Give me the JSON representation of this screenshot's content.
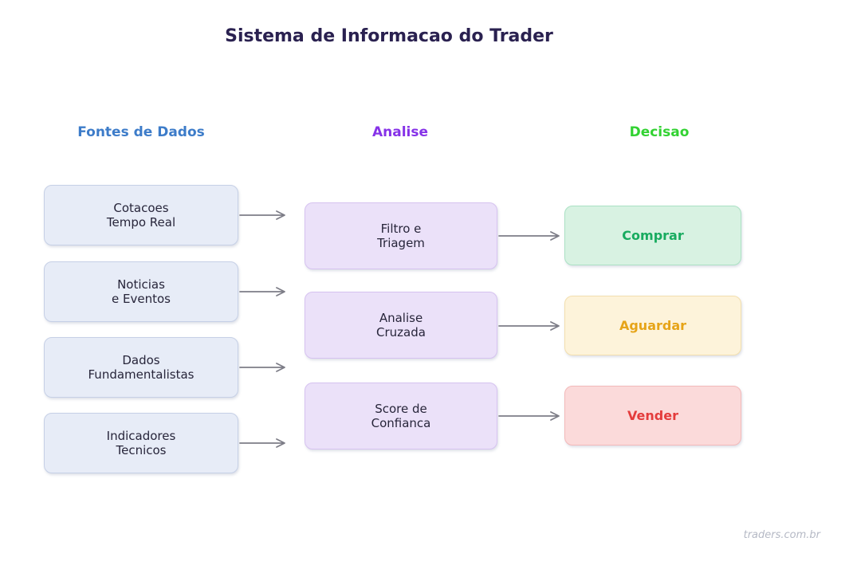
{
  "title": "Sistema de Informacao do Trader",
  "footer": "traders.com.br",
  "arrow_color": "#7d7d87",
  "columns": {
    "sources": {
      "header": "Fontes de Dados",
      "header_color": "#3d7cc9",
      "box_bg": "#e7ecf7",
      "box_border": "#c6d0e6",
      "items": [
        {
          "label": "Cotacoes\nTempo Real"
        },
        {
          "label": "Noticias\ne Eventos"
        },
        {
          "label": "Dados\nFundamentalistas"
        },
        {
          "label": "Indicadores\nTecnicos"
        }
      ]
    },
    "analysis": {
      "header": "Analise",
      "header_color": "#8632e8",
      "box_bg": "#ebe1f9",
      "box_border": "#d6c2f0",
      "items": [
        {
          "label": "Filtro e\nTriagem"
        },
        {
          "label": "Analise\nCruzada"
        },
        {
          "label": "Score de\nConfianca"
        }
      ]
    },
    "decision": {
      "header": "Decisao",
      "header_color": "#32d232",
      "items": [
        {
          "label": "Comprar",
          "text_color": "#18ab5f",
          "bg": "#d8f2e2",
          "border": "#abe2c4"
        },
        {
          "label": "Aguardar",
          "text_color": "#e6a418",
          "bg": "#fdf3da",
          "border": "#f3dfae"
        },
        {
          "label": "Vender",
          "text_color": "#e43c3c",
          "bg": "#fbdada",
          "border": "#f3b9b9"
        }
      ]
    }
  }
}
